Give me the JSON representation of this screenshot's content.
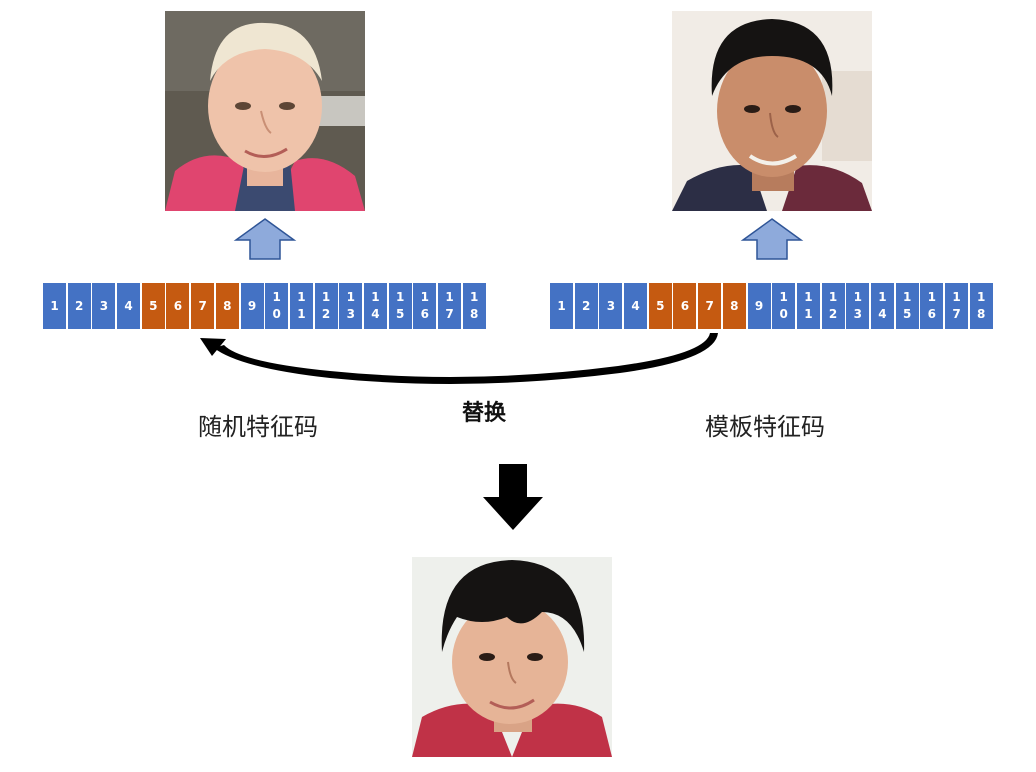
{
  "diagram": {
    "left_code": {
      "label": "随机特征码",
      "cells": [
        "1",
        "2",
        "3",
        "4",
        "5",
        "6",
        "7",
        "8",
        "9",
        "10",
        "11",
        "12",
        "13",
        "14",
        "15",
        "16",
        "17",
        "18"
      ],
      "highlighted": [
        "5",
        "6",
        "7",
        "8"
      ]
    },
    "right_code": {
      "label": "模板特征码",
      "cells": [
        "1",
        "2",
        "3",
        "4",
        "5",
        "6",
        "7",
        "8",
        "9",
        "10",
        "11",
        "12",
        "13",
        "14",
        "15",
        "16",
        "17",
        "18"
      ],
      "highlighted": [
        "5",
        "6",
        "7",
        "8"
      ]
    },
    "swap_label": "替换",
    "colors": {
      "cell_blue": "#4472c4",
      "cell_orange": "#c55a11",
      "up_arrow_fill": "#8eaadb",
      "up_arrow_stroke": "#2f5597",
      "curve": "#000000",
      "down_arrow": "#000000"
    },
    "photos": [
      "random-face-photo",
      "template-face-photo",
      "result-face-photo"
    ]
  }
}
